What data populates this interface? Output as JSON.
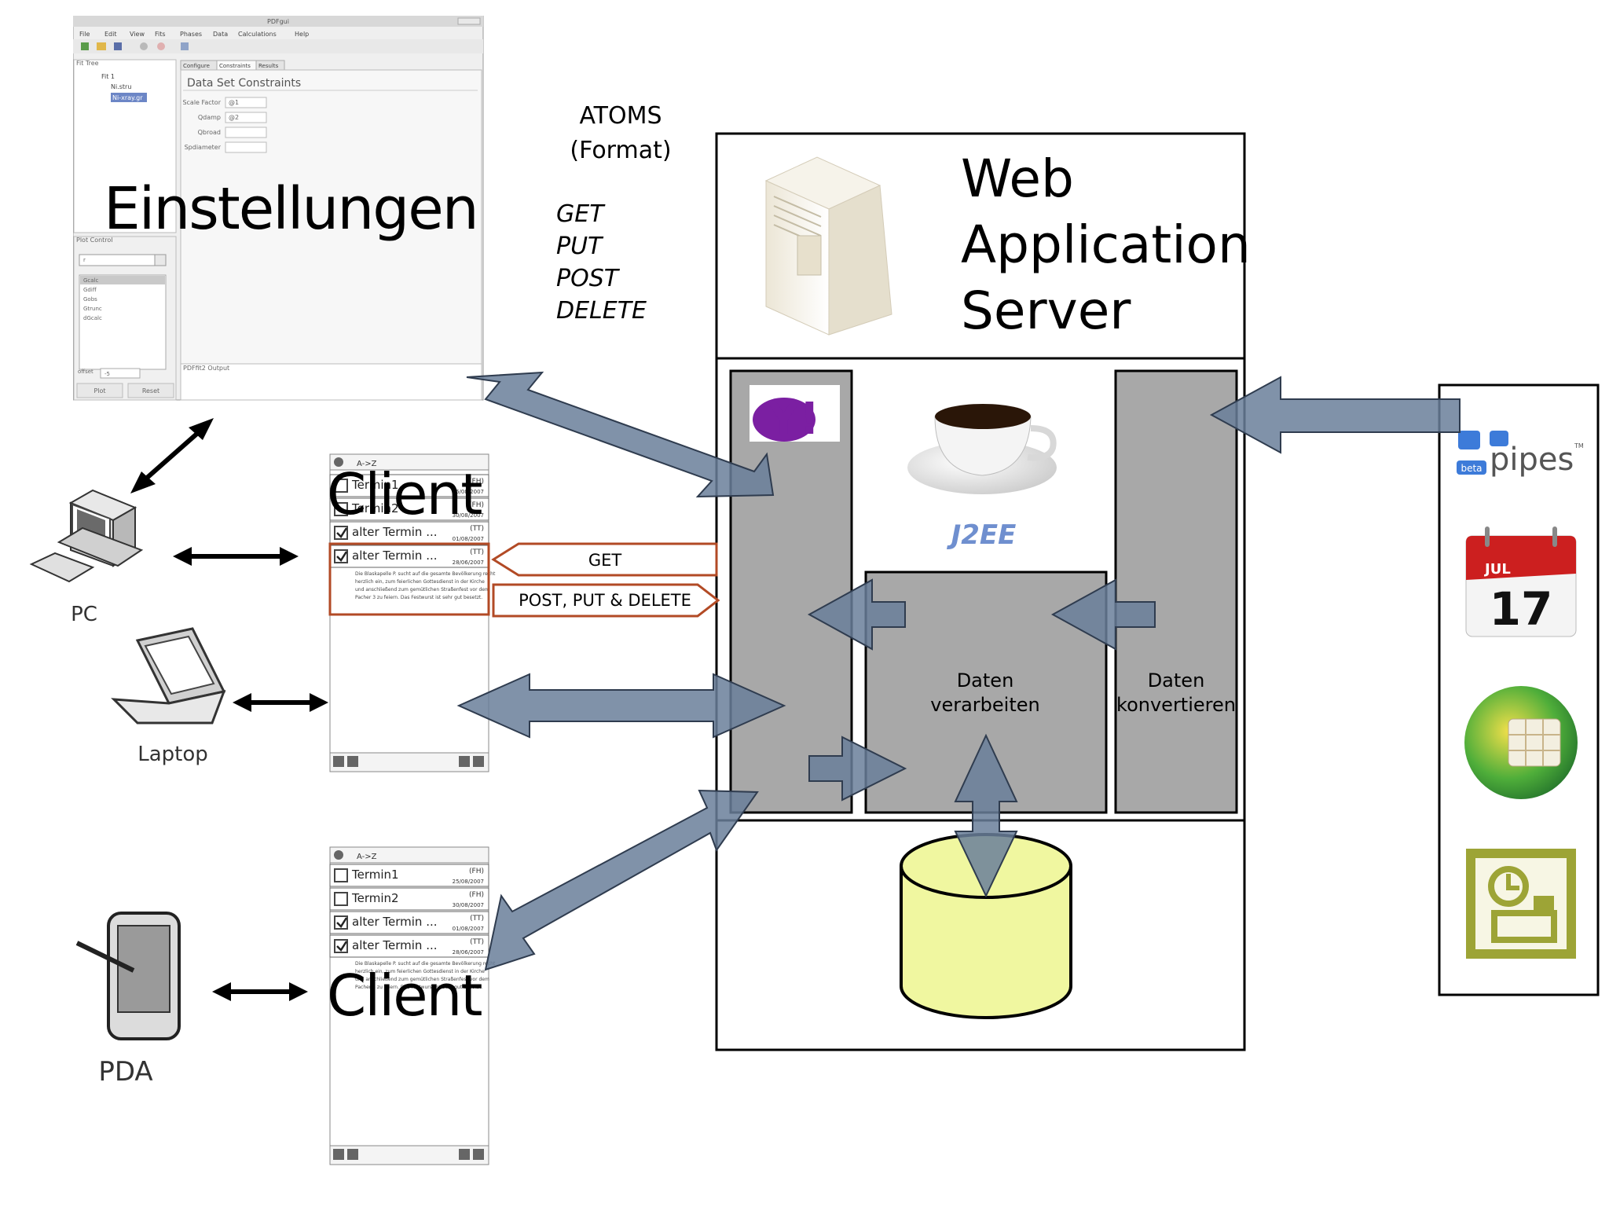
{
  "settings": {
    "label": "Einstellungen",
    "window": {
      "title": "PDFgui",
      "menu": [
        "File",
        "Edit",
        "View",
        "Fits",
        "Phases",
        "Data",
        "Calculations",
        "Help"
      ],
      "fit_tree_label": "Fit Tree",
      "fit_tree_items": [
        "Fit 1",
        "Ni.stru",
        "Ni-xray.gr"
      ],
      "tabs": [
        "Configure",
        "Constraints",
        "Results"
      ],
      "panel_title": "Data Set Constraints",
      "fields": [
        {
          "label": "Scale Factor",
          "value": "@1"
        },
        {
          "label": "Qdamp",
          "value": "@2"
        },
        {
          "label": "Qbroad",
          "value": ""
        },
        {
          "label": "Spdiameter",
          "value": ""
        }
      ],
      "plot_control_label": "Plot Control",
      "list_items": [
        "r",
        "Gcalc",
        "Gdiff",
        "Gobs",
        "Gtrunc",
        "dGcalc"
      ],
      "offset_label": "offset",
      "offset_value": "-5",
      "plot_button": "Plot",
      "reset_button": "Reset",
      "output_label": "PDFfit2 Output"
    }
  },
  "protocol": {
    "format_line1": "ATOMS",
    "format_line2": "(Format)",
    "methods": [
      "GET",
      "PUT",
      "POST",
      "DELETE"
    ]
  },
  "server": {
    "title_line1": "Web",
    "title_line2": "Application",
    "title_line3": "Server",
    "j2ee_label": "J2EE",
    "yahoo_label": "Y!",
    "process_line1": "Daten",
    "process_line2": "verarbeiten",
    "convert_line1": "Daten",
    "convert_line2": "konvertieren"
  },
  "devices": {
    "pc_label": "PC",
    "laptop_label": "Laptop",
    "pda_label": "PDA"
  },
  "clients": {
    "label": "Client",
    "header_text": "A->Z",
    "items": [
      {
        "title": "Termin1",
        "tag": "(FH)",
        "date": "25/08/2007",
        "checked": false
      },
      {
        "title": "Termin2",
        "tag": "(FH)",
        "date": "30/08/2007",
        "checked": false
      },
      {
        "title": "alter Termin ...",
        "tag": "(TT)",
        "date": "01/08/2007",
        "checked": true
      },
      {
        "title": "alter Termin ...",
        "tag": "(TT)",
        "date": "28/06/2007",
        "checked": true
      }
    ],
    "detail_text": [
      "Die Blaskapelle P. sucht auf die gesamte Bevölkerung recht",
      "herzlich ein, zum feierlichen Gottesdienst in der Kirche",
      "und anschließend zum gemütlichen Straßenfest vor dem",
      "Pacher 3 zu feiern. Das Festwurst ist sehr gut besetzt."
    ]
  },
  "requests": {
    "get_label": "GET",
    "post_label": "POST, PUT & DELETE"
  },
  "sources": {
    "pipes_label": "pipes",
    "pipes_badge": "beta",
    "pipes_tm": "TM",
    "calendar_month": "JUL",
    "calendar_day": "17"
  }
}
